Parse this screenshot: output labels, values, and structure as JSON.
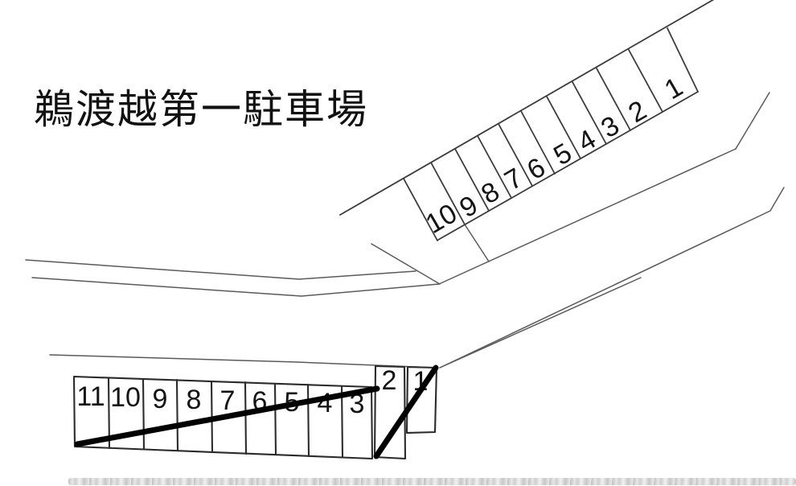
{
  "title": "鵜渡越第一駐車場",
  "upper_lot": {
    "spaces": [
      {
        "label": "10"
      },
      {
        "label": "9"
      },
      {
        "label": "8"
      },
      {
        "label": "7"
      },
      {
        "label": "6"
      },
      {
        "label": "5"
      },
      {
        "label": "4"
      },
      {
        "label": "3"
      },
      {
        "label": "2"
      },
      {
        "label": "1"
      }
    ]
  },
  "lower_lot": {
    "spaces": [
      {
        "label": "11"
      },
      {
        "label": "10"
      },
      {
        "label": "9"
      },
      {
        "label": "8"
      },
      {
        "label": "7"
      },
      {
        "label": "6"
      },
      {
        "label": "5"
      },
      {
        "label": "4"
      },
      {
        "label": "3"
      },
      {
        "label": "2"
      },
      {
        "label": "1"
      }
    ]
  },
  "colors": {
    "background": "#ffffff",
    "road_line": "#5a5a5a",
    "lot_line": "#2b2b2b",
    "closure_line": "#000000",
    "title_text": "#111111"
  }
}
